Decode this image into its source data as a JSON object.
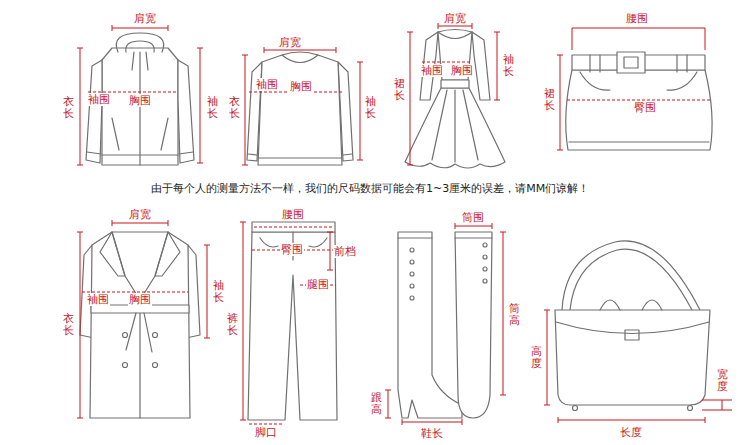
{
  "diagram": {
    "labels": [
      "肩宽",
      "袖围",
      "胸围",
      "衣长",
      "袖长",
      "肩宽",
      "袖围",
      "胸围",
      "衣长",
      "袖长",
      "肩宽",
      "袖围",
      "胸围",
      "裙长",
      "袖长",
      "腰围",
      "裙长",
      "臀围",
      "由于每个人的测量方法不一样，我们的尺码数据可能会有1~3厘米的误差，请MM们谅解！",
      "肩宽",
      "袖围",
      "胸围",
      "衣长",
      "袖长",
      "腰围",
      "臀围",
      "前档",
      "腿围",
      "裤长",
      "脚口",
      "筒围",
      "筒高",
      "跟高",
      "鞋长",
      "高度",
      "宽度",
      "长度"
    ]
  }
}
